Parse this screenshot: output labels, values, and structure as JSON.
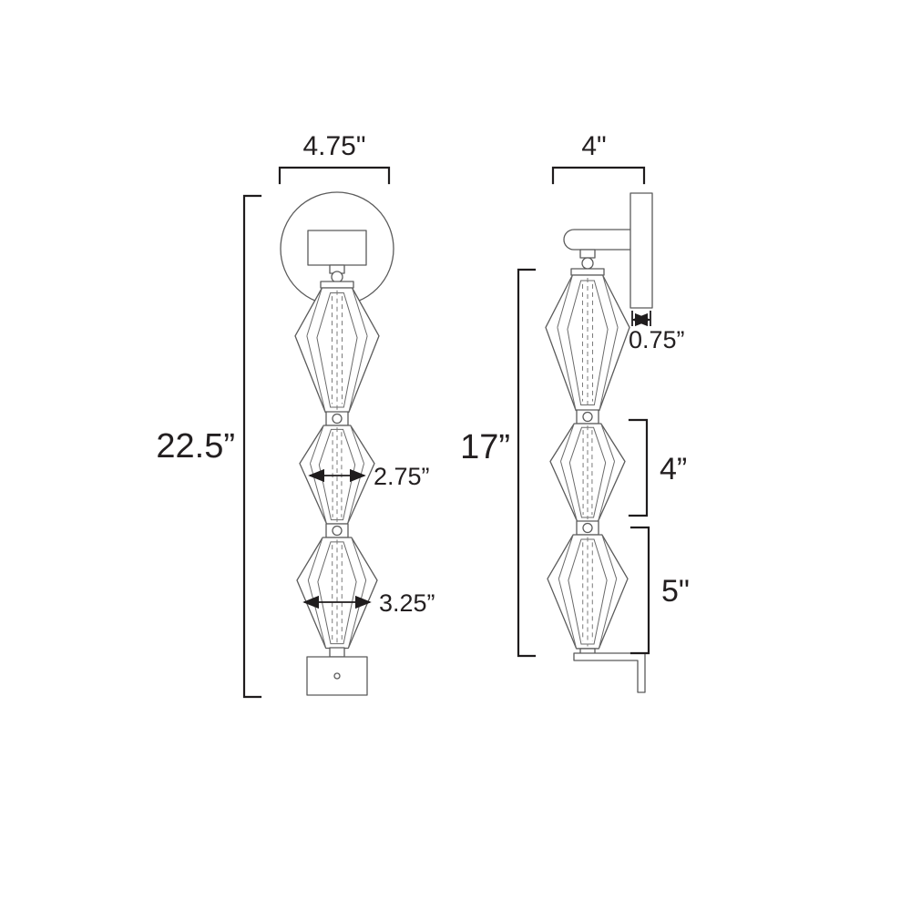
{
  "document": {
    "type": "dimension-drawing",
    "subject": "three-light faceted glass wall sconce",
    "views": [
      "front",
      "side"
    ]
  },
  "colors": {
    "background": "#ffffff",
    "fixture_line": "#5b5b5b",
    "dimension_line": "#1f1c1d",
    "text": "#231f20"
  },
  "front_view": {
    "name": "front-view",
    "width_label": "4.75\"",
    "height_label": "22.5”",
    "middle_shade_width_label": "2.75”",
    "bottom_shade_width_label": "3.25”"
  },
  "side_view": {
    "name": "side-view",
    "width_label": "4\"",
    "height_label": "17”",
    "backplate_depth_label": "0.75”",
    "middle_shade_height_label": "4”",
    "bottom_shade_height_label": "5\""
  }
}
